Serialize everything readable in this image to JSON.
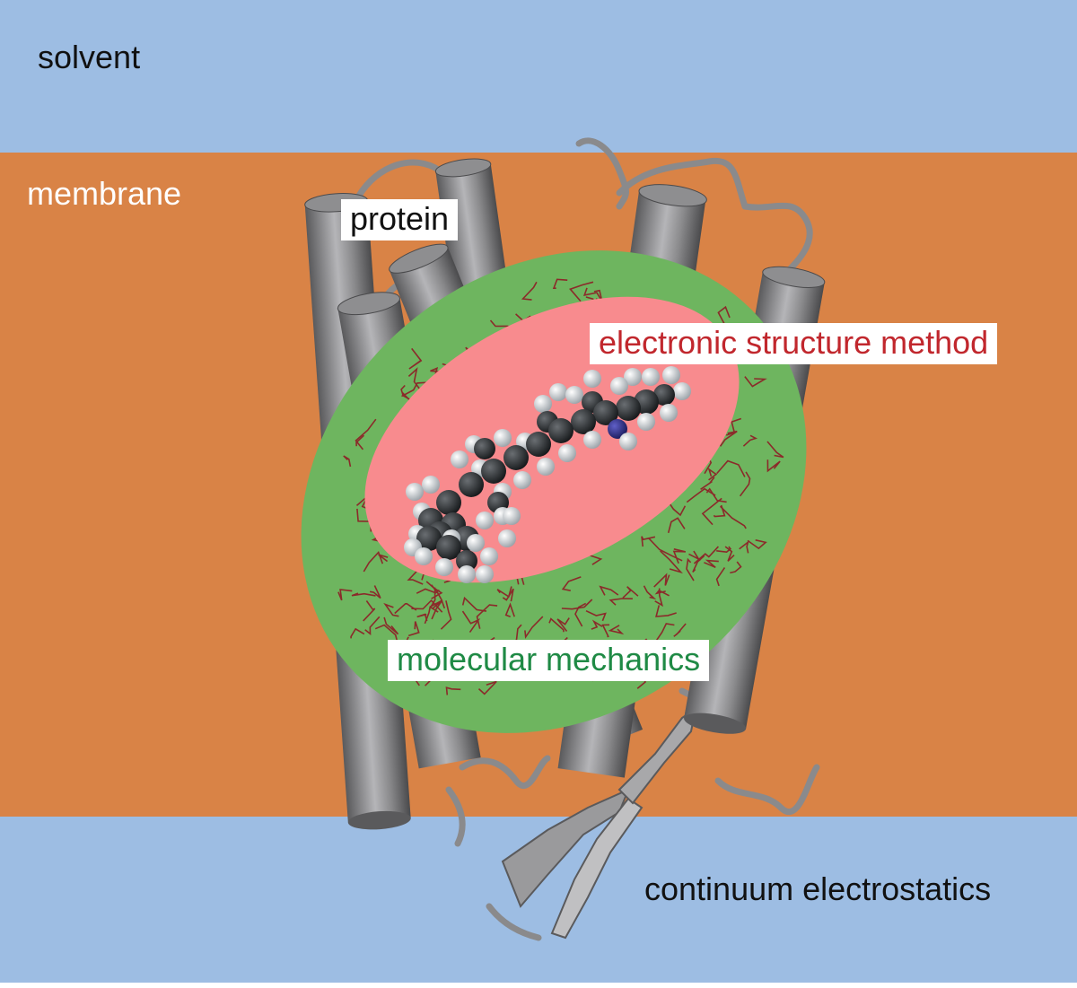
{
  "colors": {
    "solvent": "#9dbde3",
    "membrane": "#d98346",
    "mm_region": "#6eb55f",
    "qm_region": "#f88b8e",
    "helix": "#8a8a8c",
    "carbon_atom": "#2a2d2f",
    "hydrogen_atom": "#e8ecef",
    "nitrogen_atom": "#2c2c8a",
    "residue_lines": "#8b2a2a",
    "qm_label": "#c1272d",
    "mm_label": "#1f8a45"
  },
  "labels": {
    "solvent": "solvent",
    "membrane": "membrane",
    "protein": "protein",
    "qm_method": "electronic structure method",
    "mm_method": "molecular mechanics",
    "continuum": "continuum electrostatics"
  },
  "icons": {
    "protein": "protein-helix-bundle-illustration",
    "chromophore": "space-filling-chromophore-molecule",
    "residues": "wireframe-residues"
  }
}
